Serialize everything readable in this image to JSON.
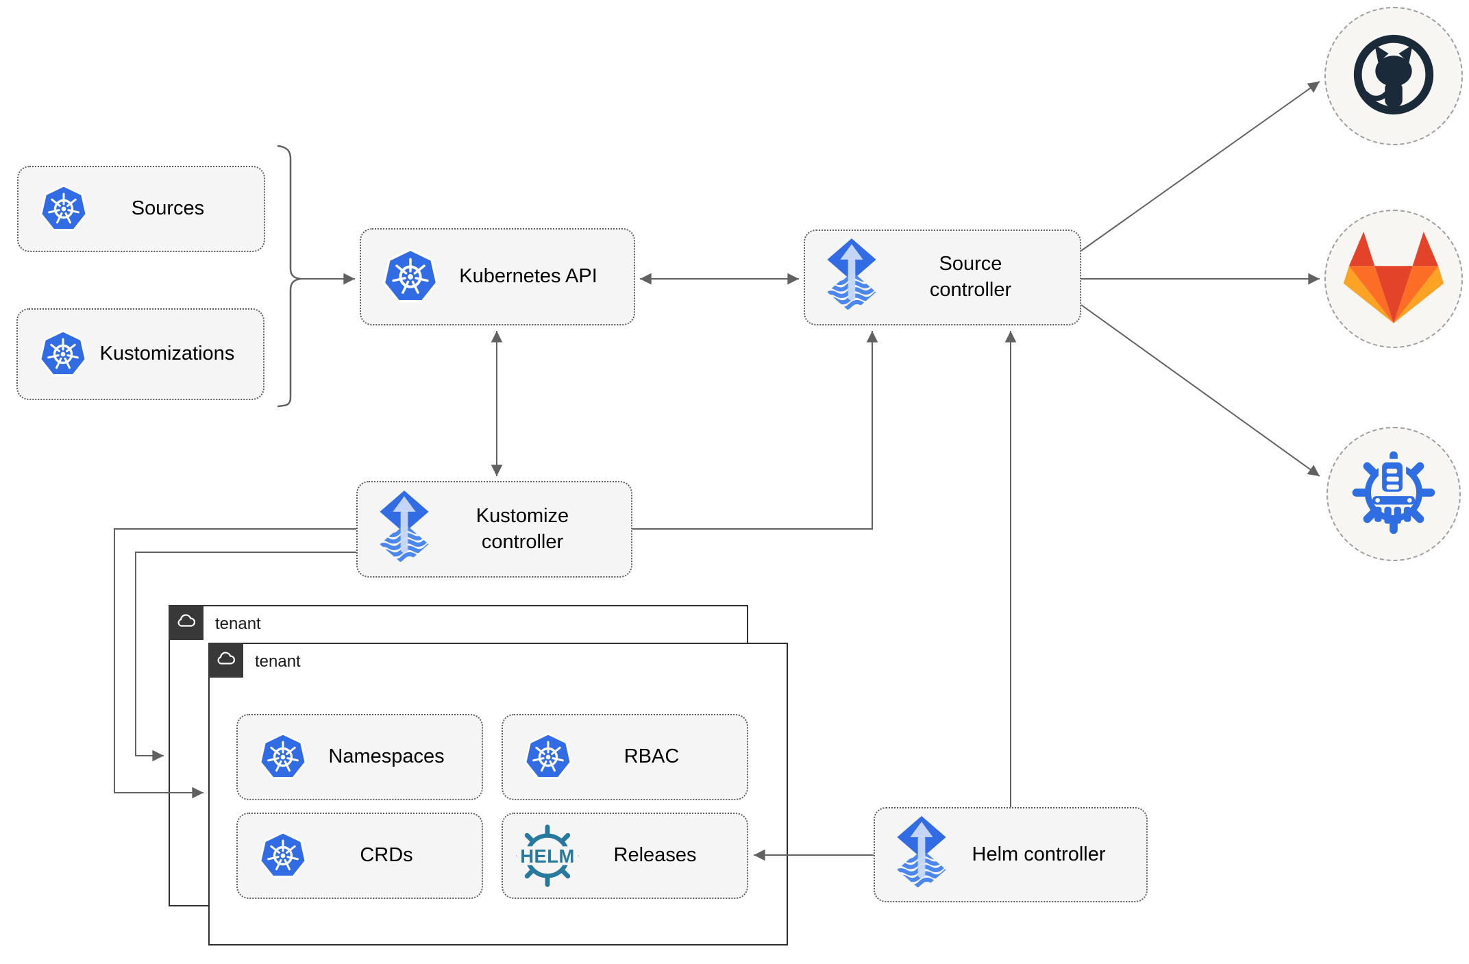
{
  "nodes": {
    "sources": {
      "label": "Sources",
      "icon": "kubernetes-icon"
    },
    "kustomizations": {
      "label": "Kustomizations",
      "icon": "kubernetes-icon"
    },
    "kubernetes_api": {
      "label": "Kubernetes API",
      "icon": "kubernetes-icon"
    },
    "source_controller": {
      "label": "Source controller",
      "icon": "flux-icon"
    },
    "kustomize_controller": {
      "label": "Kustomize controller",
      "icon": "flux-icon"
    },
    "helm_controller": {
      "label": "Helm controller",
      "icon": "flux-icon"
    },
    "namespaces": {
      "label": "Namespaces",
      "icon": "kubernetes-icon"
    },
    "rbac": {
      "label": "RBAC",
      "icon": "kubernetes-icon"
    },
    "crds": {
      "label": "CRDs",
      "icon": "kubernetes-icon"
    },
    "releases": {
      "label": "Releases",
      "icon": "helm-icon"
    }
  },
  "groups": {
    "back_tenant": {
      "label": "tenant",
      "icon": "cloud-icon"
    },
    "front_tenant": {
      "label": "tenant",
      "icon": "cloud-icon"
    }
  },
  "endpoints": {
    "github": {
      "icon": "github-icon"
    },
    "gitlab": {
      "icon": "gitlab-icon"
    },
    "registry": {
      "icon": "container-registry-icon"
    }
  },
  "helm_logo_text": "HELM",
  "edges": [
    {
      "from": "sources & kustomizations",
      "to": "kubernetes_api",
      "bidirectional": false
    },
    {
      "from": "kubernetes_api",
      "to": "source_controller",
      "bidirectional": true
    },
    {
      "from": "kubernetes_api",
      "to": "kustomize_controller",
      "bidirectional": true
    },
    {
      "from": "kustomize_controller",
      "to": "source_controller",
      "bidirectional": false
    },
    {
      "from": "helm_controller",
      "to": "source_controller",
      "bidirectional": false
    },
    {
      "from": "source_controller",
      "to": "github",
      "bidirectional": false
    },
    {
      "from": "source_controller",
      "to": "gitlab",
      "bidirectional": false
    },
    {
      "from": "source_controller",
      "to": "registry",
      "bidirectional": false
    },
    {
      "from": "kustomize_controller",
      "to": "front_tenant",
      "bidirectional": false
    },
    {
      "from": "kustomize_controller",
      "to": "back_tenant",
      "bidirectional": false
    },
    {
      "from": "helm_controller",
      "to": "releases",
      "bidirectional": false
    }
  ],
  "colors": {
    "kubernetes_blue": "#326ce5",
    "flux_blue": "#316ce4",
    "flux_arrow_light": "#c9d9f8",
    "helm_teal": "#277a9e",
    "github_dark": "#1b2a38",
    "gitlab_red": "#e24329",
    "gitlab_orange": "#fc6d26",
    "gitlab_yellow": "#fca326",
    "registry_blue": "#2f6ee2",
    "connector_gray": "#616161",
    "node_fill": "#f5f5f5",
    "tenant_tag_dark": "#383838"
  }
}
